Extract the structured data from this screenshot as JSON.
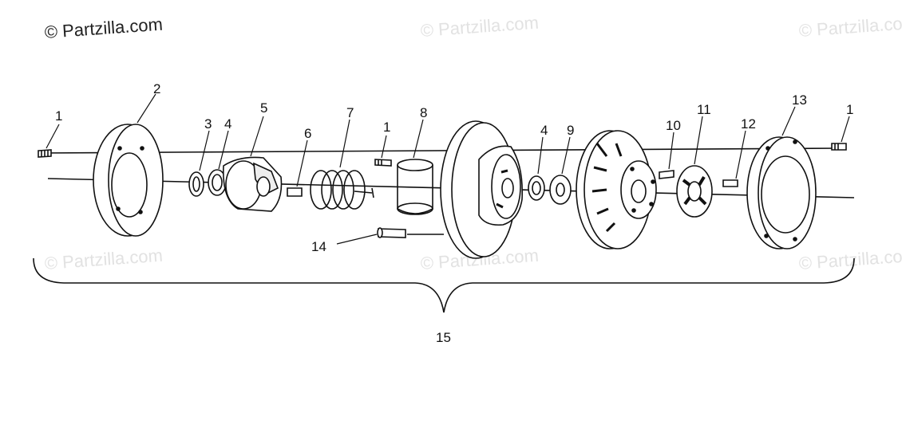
{
  "watermarks": [
    "© Partzilla.com",
    "© Partzilla.com",
    "© Partzilla.com",
    "© Partzilla.com",
    "© Partzilla.com",
    "© Partzilla.com"
  ],
  "callouts": {
    "c1a": "1",
    "c2": "2",
    "c3": "3",
    "c4a": "4",
    "c5": "5",
    "c6": "6",
    "c7": "7",
    "c1b": "1",
    "c8": "8",
    "c4b": "4",
    "c9": "9",
    "c10": "10",
    "c11": "11",
    "c12": "12",
    "c13": "13",
    "c1c": "1",
    "c14": "14",
    "c15": "15"
  },
  "colors": {
    "line": "#111111",
    "watermark": "#e2e2e2"
  }
}
